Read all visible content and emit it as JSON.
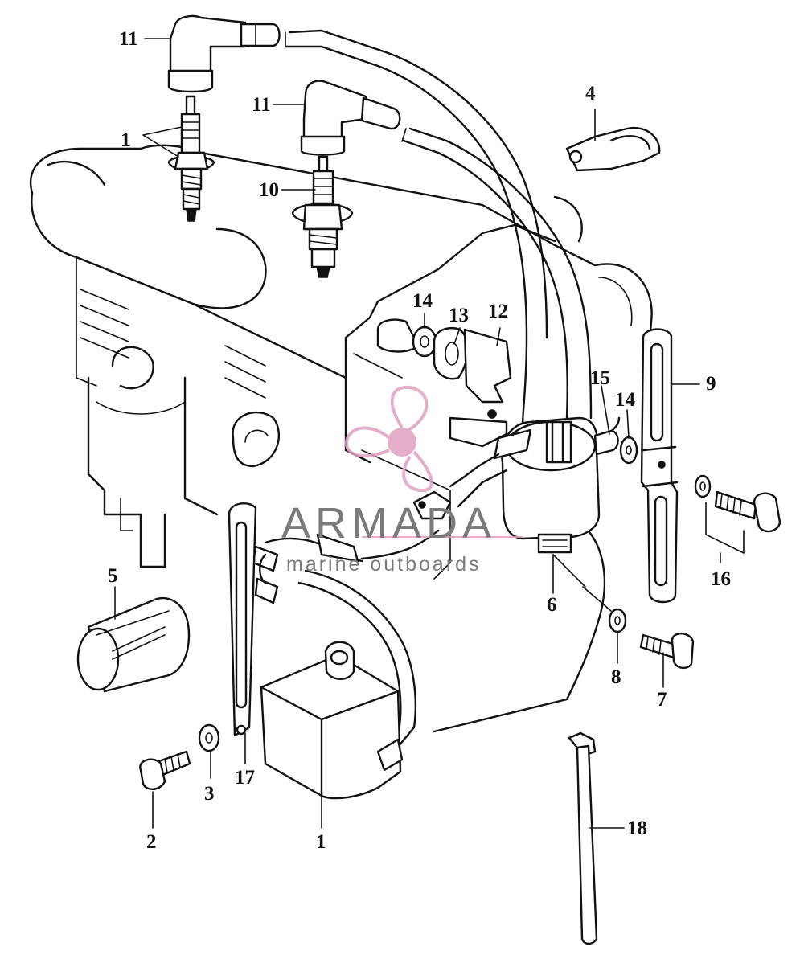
{
  "diagram": {
    "callouts": [
      {
        "id": "c11a",
        "text": "11"
      },
      {
        "id": "c11b",
        "text": "11"
      },
      {
        "id": "c1a",
        "text": "1"
      },
      {
        "id": "c10",
        "text": "10"
      },
      {
        "id": "c4",
        "text": "4"
      },
      {
        "id": "c14a",
        "text": "14"
      },
      {
        "id": "c13",
        "text": "13"
      },
      {
        "id": "c12",
        "text": "12"
      },
      {
        "id": "c15",
        "text": "15"
      },
      {
        "id": "c14b",
        "text": "14"
      },
      {
        "id": "c9",
        "text": "9"
      },
      {
        "id": "c16",
        "text": "16"
      },
      {
        "id": "c6",
        "text": "6"
      },
      {
        "id": "c5",
        "text": "5"
      },
      {
        "id": "c8",
        "text": "8"
      },
      {
        "id": "c7",
        "text": "7"
      },
      {
        "id": "c17",
        "text": "17"
      },
      {
        "id": "c3",
        "text": "3"
      },
      {
        "id": "c2",
        "text": "2"
      },
      {
        "id": "c1b",
        "text": "1"
      },
      {
        "id": "c18",
        "text": "18"
      }
    ]
  },
  "watermark": {
    "brand": "ARMADA",
    "tagline": "marine outboards",
    "logo_icon": "propeller-logo-icon",
    "brand_color": "#e0a0c0",
    "text_color": "#7a7a7a"
  }
}
